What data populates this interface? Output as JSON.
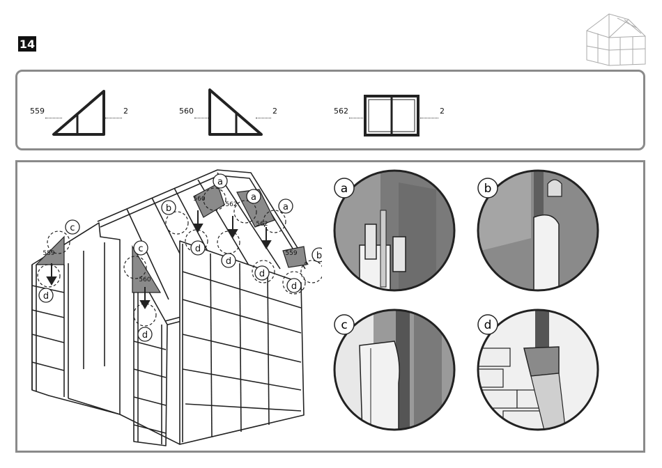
{
  "step": {
    "number": "14"
  },
  "parts": [
    {
      "code": "559",
      "qty": "2"
    },
    {
      "code": "560",
      "qty": "2"
    },
    {
      "code": "562",
      "qty": "2"
    }
  ],
  "callouts": {
    "a": "a",
    "b": "b",
    "c": "c",
    "d": "d",
    "p559": "559",
    "p560": "560",
    "p562": "562"
  },
  "details": [
    {
      "letter": "a"
    },
    {
      "letter": "b"
    },
    {
      "letter": "c"
    },
    {
      "letter": "d"
    }
  ],
  "icons": {
    "thumbnail": "greenhouse-thumbnail-icon",
    "glass": "glass-panel-icon"
  },
  "colors": {
    "badge": "#111111",
    "frame": "#8a8a8a",
    "panel": "#808080",
    "line": "#222222"
  }
}
